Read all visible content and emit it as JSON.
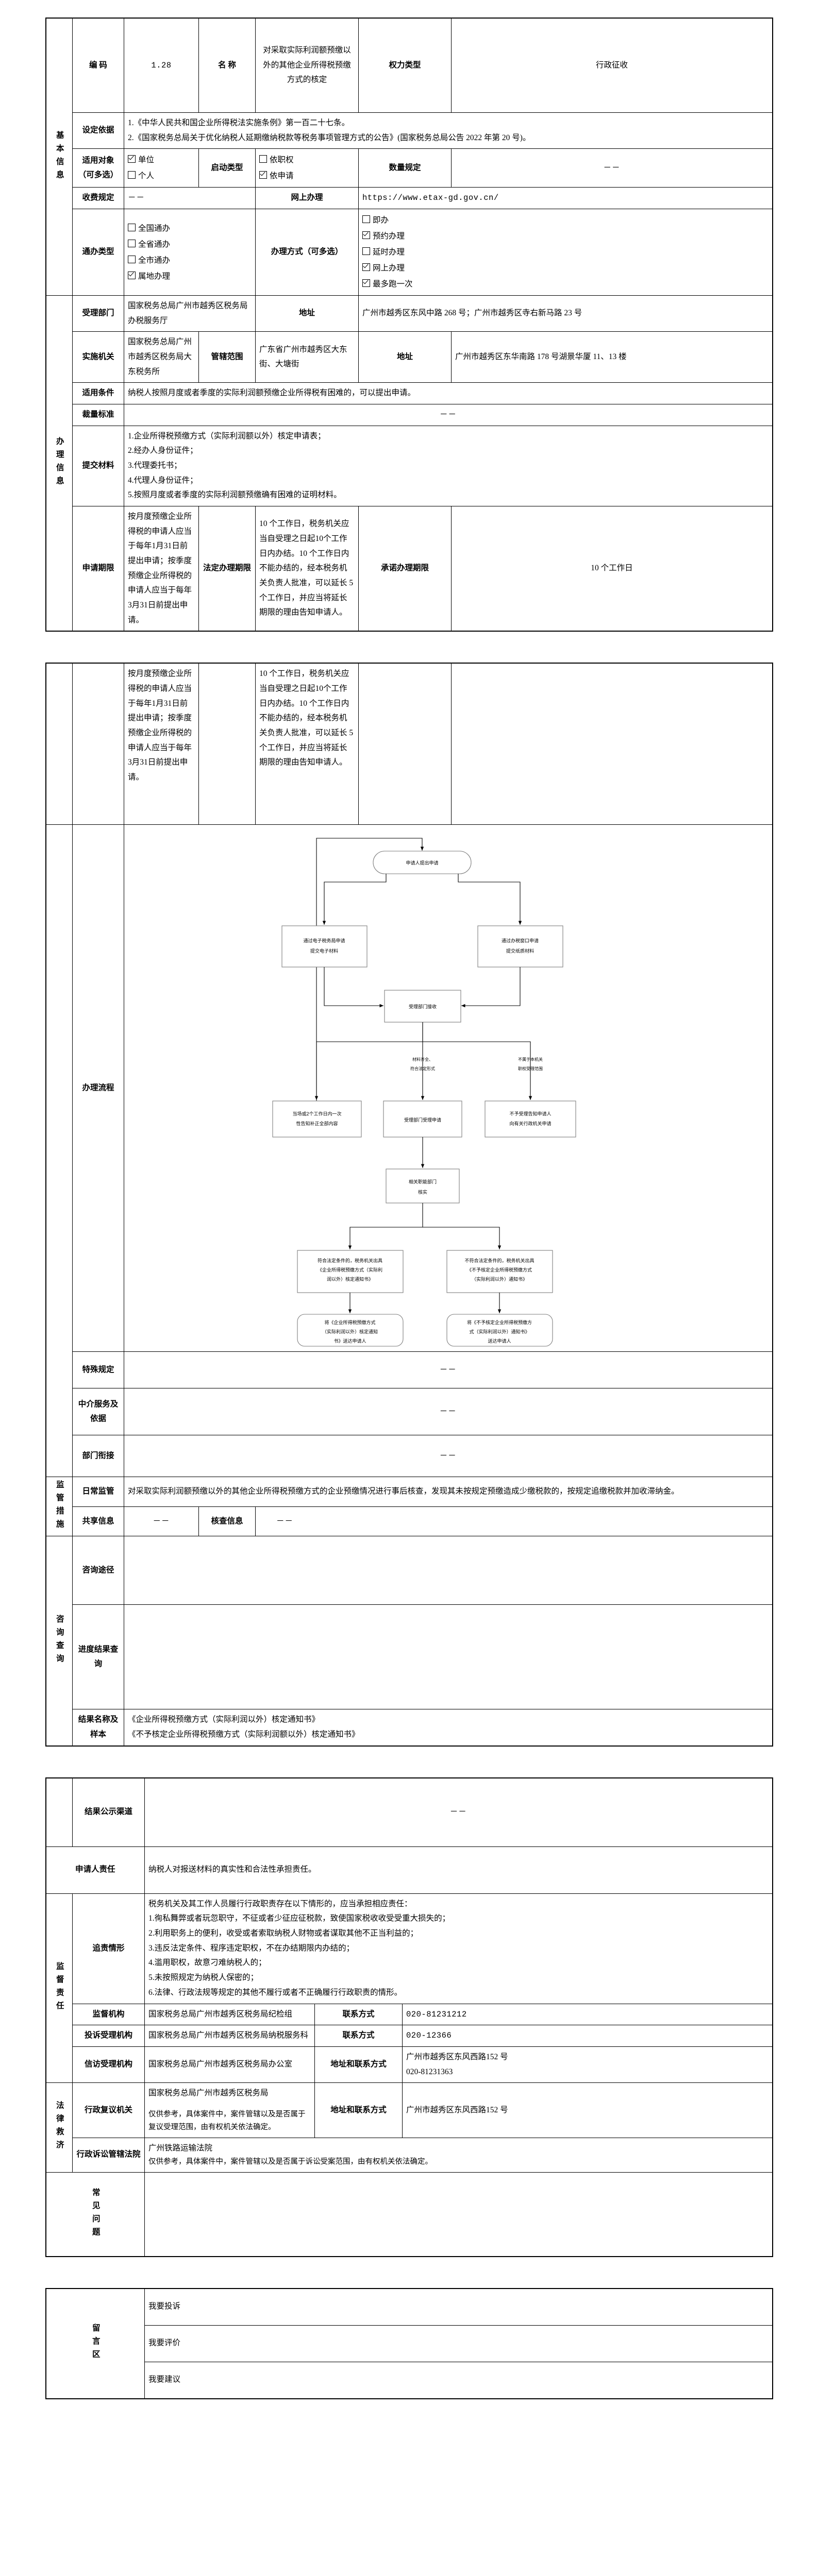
{
  "doc": {
    "title": "对采取实际利润额预缴以外的其他企业所得税预缴方式的核定"
  },
  "basic": {
    "section_label": "基本信息",
    "code_label": "编  码",
    "code_value": "1.28",
    "name_label": "名  称",
    "name_value": "对采取实际利润额预缴以外的其他企业所得税预缴方式的核定",
    "power_type_label": "权力类型",
    "power_type_value": "行政征收",
    "basis_label": "设定依据",
    "basis_value_1": "1.《中华人民共和国企业所得税法实施条例》第一百二十七条。",
    "basis_value_2": "2.《国家税务总局关于优化纳税人延期缴纳税款等税务事项管理方式的公告》(国家税务总局公告 2022 年第 20 号)。",
    "target_label": "适用对象（可多选）",
    "target_options": [
      {
        "label": "单位",
        "checked": true
      },
      {
        "label": "个人",
        "checked": false
      }
    ],
    "start_type_label": "启动类型",
    "start_type_options": [
      {
        "label": "依职权",
        "checked": false
      },
      {
        "label": "依申请",
        "checked": true
      }
    ],
    "quantity_label": "数量规定",
    "quantity_value": "－－",
    "fee_label": "收费规定",
    "fee_value": "－－",
    "online_label": "网上办理",
    "online_value": "https://www.etax-gd.gov.cn/",
    "access_type_label": "通办类型",
    "access_type_options": [
      {
        "label": "全国通办",
        "checked": false
      },
      {
        "label": "全省通办",
        "checked": false
      },
      {
        "label": "全市通办",
        "checked": false
      },
      {
        "label": "属地办理",
        "checked": true
      }
    ],
    "handle_mode_label": "办理方式（可多选）",
    "handle_mode_options": [
      {
        "label": "即办",
        "checked": false
      },
      {
        "label": "预约办理",
        "checked": true
      },
      {
        "label": "延时办理",
        "checked": false
      },
      {
        "label": "网上办理",
        "checked": true
      },
      {
        "label": "最多跑一次",
        "checked": true
      }
    ]
  },
  "handling": {
    "section_label": "办理信息",
    "accept_dept_label": "受理部门",
    "accept_dept_value": "国家税务总局广州市越秀区税务局办税服务厅",
    "accept_addr_label": "地址",
    "accept_addr_value": "广州市越秀区东风中路 268 号；广州市越秀区寺右新马路 23 号",
    "impl_org_label": "实施机关",
    "impl_org_value": "国家税务总局广州市越秀区税务局大东税务所",
    "jurisdiction_label": "管辖范围",
    "jurisdiction_value": "广东省广州市越秀区大东街、大塘街",
    "impl_addr_label": "地址",
    "impl_addr_value": "广州市越秀区东华南路 178 号湖景华厦 11、13 楼",
    "condition_label": "适用条件",
    "condition_value": "纳税人按照月度或者季度的实际利润额预缴企业所得税有困难的，可以提出申请。",
    "discretion_label": "裁量标准",
    "discretion_value": "－－",
    "materials_label": "提交材料",
    "materials": [
      "1.企业所得税预缴方式（实际利润额以外）核定申请表；",
      "2.经办人身份证件；",
      "3.代理委托书；",
      "4.代理人身份证件；",
      "5.按照月度或者季度的实际利润额预缴确有困难的证明材料。"
    ],
    "apply_deadline_label": "申请期限",
    "apply_deadline_value": "按月度预缴企业所得税的申请人应当于每年1月31日前提出申请；按季度预缴企业所得税的申请人应当于每年3月31日前提出申请。",
    "legal_deadline_label": "法定办理期限",
    "legal_deadline_value": "10 个工作日，税务机关应当自受理之日起10个工作日内办结。10 个工作日内不能办结的，经本税务机关负责人批准，可以延长 5 个工作日，并应当将延长期限的理由告知申请人。",
    "promise_deadline_label": "承诺办理期限",
    "promise_deadline_value": "10 个工作日",
    "flow_label": "办理流程",
    "special_label": "特殊规定",
    "special_value": "－－",
    "agency_label": "中介服务及依据",
    "agency_value": "－－",
    "link_label": "部门衔接",
    "link_value": "－－"
  },
  "flow": {
    "n_apply": "申请人提出申请",
    "n_etax": "通过电子税务局申请提交电子材料",
    "n_window": "通过办税窗口申请提交纸质材料",
    "n_receive": "受理部门接收",
    "lbl_complete": "材料齐全、符合法定形式",
    "lbl_not_jurisdiction": "不属于本机关职权受理范围",
    "n_supplement": "当场或2个工作日内一次性告知补正全部内容",
    "n_accept": "受理部门受理申请",
    "n_reject": "不予受理告知申请人向有关行政机关申请",
    "n_verify": "相关职能部门核实",
    "n_approve": "符合法定条件的，税务机关出具《企业所得税预缴方式（实际利润以外）核定通知书》",
    "n_deny": "不符合法定条件的，税务机关出具《不予核定企业所得税预缴方式（实际利润以外）通知书》",
    "n_deliver_approve": "将《企业所得税预缴方式（实际利润以外）核定通知书》送达申请人",
    "n_deliver_deny": "将《不予核定企业所得税预缴方式（实际利润以外）通知书》送达申请人"
  },
  "supervise": {
    "section_label": "监管措施",
    "daily_label": "日常监管",
    "daily_value": "对采取实际利润额预缴以外的其他企业所得税预缴方式的企业预缴情况进行事后核查，发现其未按规定预缴造成少缴税款的，按规定追缴税款并加收滞纳金。",
    "share_label": "共享信息",
    "share_value": "－－",
    "check_label": "核查信息",
    "check_value": "－－"
  },
  "inquiry": {
    "section_label": "咨询查询",
    "channel_label": "咨询途径",
    "channel_value": "",
    "progress_label": "进度结果查询",
    "progress_value": "",
    "result_label": "结果名称及样本",
    "result_value_1": "《企业所得税预缴方式（实际利润以外）核定通知书》",
    "result_value_2": "《不予核定企业所得税预缴方式（实际利润额以外）核定通知书》"
  },
  "publish": {
    "channel_label": "结果公示渠道",
    "channel_value": "－－",
    "applicant_duty_label": "申请人责任",
    "applicant_duty_value": "纳税人对报送材料的真实性和合法性承担责任。"
  },
  "duty": {
    "section_label": "监督责任",
    "situations_label": "追责情形",
    "situations_intro": "税务机关及其工作人员履行行政职责存在以下情形的，应当承担相应责任：",
    "situations": [
      "1.徇私舞弊或者玩忽职守，不征或者少征应征税款，致使国家税收收受受重大损失的；",
      "2.利用职务上的便利，收受或者索取纳税人财物或者谋取其他不正当利益的；",
      "3.违反法定条件、程序违定职权，不在办结期限内办结的；",
      "4.滥用职权，故意刁难纳税人的；",
      "5.未按照规定为纳税人保密的；",
      "6.法律、行政法规等规定的其他不履行或者不正确履行行政职责的情形。"
    ],
    "supervisor_label": "监督机构",
    "supervisor_value": "国家税务总局广州市越秀区税务局纪检组",
    "supervisor_contact_label": "联系方式",
    "supervisor_contact_value": "020-81231212",
    "complaint_label": "投诉受理机构",
    "complaint_value": "国家税务总局广州市越秀区税务局纳税服务科",
    "complaint_contact_label": "联系方式",
    "complaint_contact_value": "020-12366",
    "petition_label": "信访受理机构",
    "petition_value": "国家税务总局广州市越秀区税务局办公室",
    "petition_contact_label": "地址和联系方式",
    "petition_contact_value": "广州市越秀区东风西路152 号\n020-81231363"
  },
  "remedy": {
    "section_label": "法律救济",
    "review_label": "行政复议机关",
    "review_value_1": "国家税务总局广州市越秀区税务局",
    "review_value_2": "仅供参考，具体案件中，案件管辖以及是否属于复议受理范围，由有权机关依法确定。",
    "review_contact_label": "地址和联系方式",
    "review_contact_value": "广州市越秀区东风西路152 号",
    "court_label": "行政诉讼管辖法院",
    "court_value_1": "广州铁路运输法院",
    "court_value_2": "仅供参考，具体案件中，案件管辖以及是否属于诉讼受案范围，由有权机关依法确定。"
  },
  "faq": {
    "label": "常见问题",
    "value": ""
  },
  "message": {
    "label": "留言区",
    "items": [
      "我要投诉",
      "我要评价",
      "我要建议"
    ]
  }
}
